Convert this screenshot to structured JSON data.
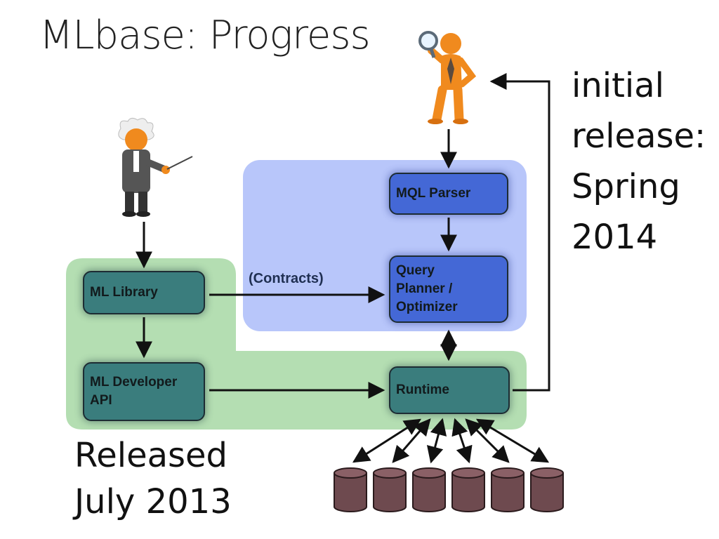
{
  "title": "MLbase: Progress",
  "right_note": [
    "initial",
    "release:",
    "Spring",
    "2014"
  ],
  "left_note": [
    "Released",
    "July 2013"
  ],
  "nodes": {
    "mql_parser": "MQL Parser",
    "query_planner": [
      "Query",
      "Planner /",
      "Optimizer"
    ],
    "ml_library": "ML Library",
    "ml_developer_api": [
      "ML Developer",
      "API"
    ],
    "runtime": "Runtime"
  },
  "edge_labels": {
    "contracts": "(Contracts)"
  },
  "icons": {
    "scientist": "professor-figure-icon",
    "user": "magnifier-person-icon",
    "database": "database-cylinder-icon"
  },
  "colors": {
    "blue_region": "#b8c6fa",
    "green_region": "#b4deb2",
    "teal_node": "#3a7d7d",
    "blue_node": "#4468d6",
    "database": "#6e4a4f"
  }
}
